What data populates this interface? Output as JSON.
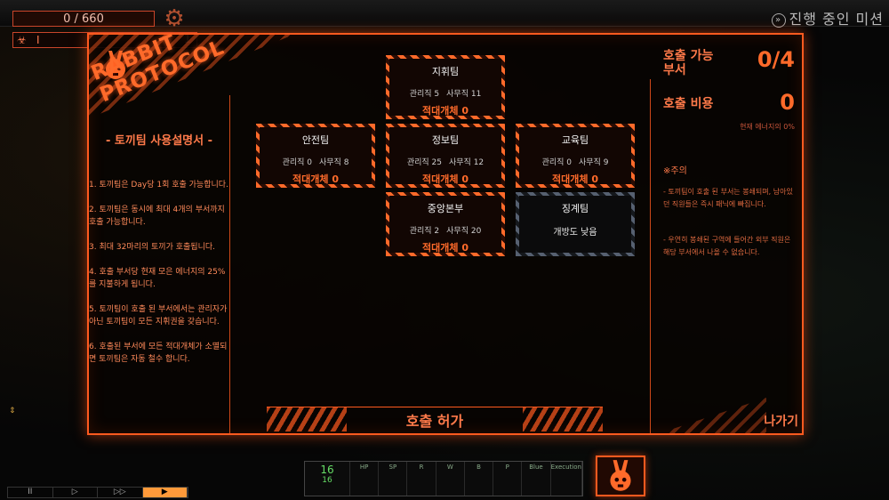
{
  "hud": {
    "energy_text": "0 / 660",
    "level_value": "1",
    "separator": "I",
    "mission_label": "진행 중인 미션"
  },
  "protocol": {
    "title": "RABBIT PROTOCOL",
    "manual_title": "- 토끼팀 사용설명서 -",
    "manual_items": [
      "1. 토끼팀은 Day당 1회 호출 가능합니다.",
      "2. 토끼팀은 동시에 최대 4개의 부서까지 호출 가능합니다.",
      "3. 최대 32마리의 토끼가 호출됩니다.",
      "4. 호출 부서당 현재 모은 에너지의 25%를 지불하게 됩니다.",
      "5. 토끼팀이 호출 된 부서에서는 관리자가 아닌 토끼팀이 모든 지휘권을 갖습니다.",
      "6. 호출된 부서에 모든 적대개체가 소멸되면 토끼팀은 자동 철수 합니다."
    ],
    "departments": [
      {
        "name": "지휘팀",
        "managers": "관리직 5",
        "clerks": "사무직 11",
        "hostile": "적대개체 0"
      },
      {
        "name": "안전팀",
        "managers": "관리직 0",
        "clerks": "사무직 8",
        "hostile": "적대개체 0"
      },
      {
        "name": "정보팀",
        "managers": "관리직 25",
        "clerks": "사무직 12",
        "hostile": "적대개체 0"
      },
      {
        "name": "교육팀",
        "managers": "관리직 0",
        "clerks": "사무직 9",
        "hostile": "적대개체 0"
      },
      {
        "name": "중앙본부",
        "managers": "관리직 2",
        "clerks": "사무직 20",
        "hostile": "적대개체 0"
      },
      {
        "name": "징계팀",
        "openness": "개방도 낮음"
      }
    ],
    "callable_label": "호출 가능 부서",
    "callable_value": "0/4",
    "cost_label": "호출 비용",
    "cost_value": "0",
    "cost_note": "현재 에너지의 0%",
    "warning_title": "※주의",
    "warnings": [
      "- 토끼팀이 호출 된 부서는 봉쇄되며, 남아있던 직원들은 즉시 패닉에 빠집니다.",
      "- 우연히 봉쇄된 구역에 들어간 외부 직원은 해당 부서에서 나올 수 없습니다."
    ],
    "call_button": "호출 허가",
    "exit_button": "나가기"
  },
  "speed": [
    "II",
    "▷",
    "▷▷",
    "▶"
  ],
  "toolbar": {
    "counter_top": "16",
    "counter_bottom": "16",
    "slots": [
      "HP",
      "SP",
      "R",
      "W",
      "B",
      "P",
      "Blue",
      "Execution"
    ]
  },
  "colors": {
    "accent": "#ff5a1f",
    "panel_bg": "#080402",
    "text_orange": "#ff7a4a"
  }
}
